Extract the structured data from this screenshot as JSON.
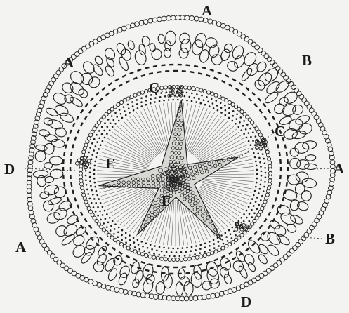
{
  "figure": {
    "labels": {
      "a_top": "A",
      "a_upper_left": "A",
      "a_right": "A",
      "a_lower_left": "A",
      "b_upper_right": "B",
      "b_lower_right": "B",
      "c_top": "C",
      "c_right": "C",
      "d_left": "D",
      "d_bottom": "D",
      "e_left": "E",
      "f_center": "F"
    },
    "colors": {
      "ink": "#1f1f1f",
      "background": "#f3f3f1"
    }
  }
}
